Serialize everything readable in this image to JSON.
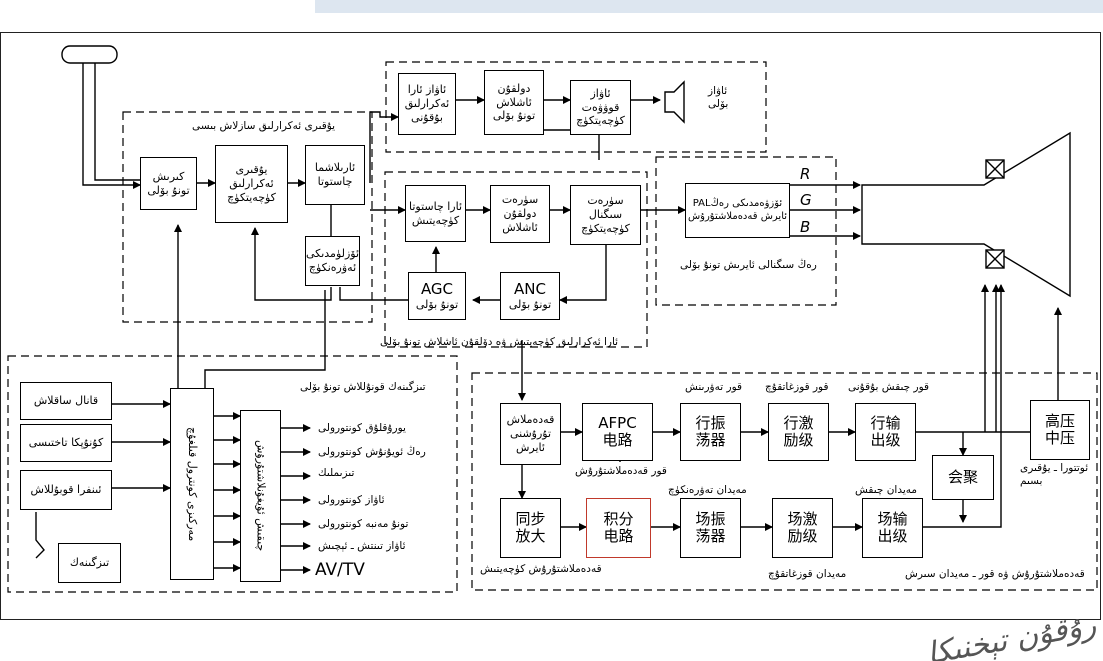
{
  "section_titles": {
    "if": "يۇقىرى ئەكرارلىق سازلاش بىسى",
    "audio": "ئاۋاز بۆلىكى",
    "rgb": "رەڭ سىگنالى ئايرىش تونۇ بۆلى",
    "video": "ئارا ئەكرارلىق كۈچەيتىش ۋە دۆلقۇن ئاشلاش تونۇ بۆلى",
    "control": "تىزگىنەك قونۇللاش تونۇ بۆلى",
    "scan": "قەدەملاشتۇرۇش ۋە قور ـ مەيدان سىرش"
  },
  "blocks": {
    "mixer": "كىرىش\nتونۇ بۆلى",
    "if_amp": "يۇقىرى\nئەكرارلىق\nكۈچەيتكۈچ",
    "if_select": "ئارىلاشما\nچاستوتا",
    "agc_small": "ئۆزلۈمدىكى\nئەۋرەنكۈچ",
    "audio_if": "ئاۋاز ئارا\nئەكرارلىق\nبۇقۇنى",
    "audio_det": "دولقۇن\nئاشلاش\nتونۇ بۆلى",
    "audio_amp": "ئاۋاز قوۋۋەت\nكۈچەيتكۈچ",
    "speaker_label": "ئاۋاز\nبۆلى",
    "vif_amp": "ئارا چاستوتا\nكۈچەيتىش",
    "vdet": "سۈرەت\nدولقۇن\nئاشلاش",
    "video_amp": "سۈرەت\nسىگنال\nكۈچەيتكۈچ",
    "agc": "AGC",
    "agc_sub": "تونۇ بۆلى",
    "anc": "ANC",
    "anc_sub": "تونۇ بۆلى",
    "pal": "PALئۆزۋەمدىكى رەڭ\nئايرش قەدەملاشتۇرۇش",
    "sync_sep": "قەدەملاش\nتۇرۇشنى\nئايرش",
    "afpc": "AFPC\n电路",
    "h_osc": "行振\n荡器",
    "h_drive": "行激\n励级",
    "h_out": "行输\n出级",
    "hv": "高压\n中压",
    "sync_amp": "同步\n放大",
    "integrator": "积分\n电路",
    "v_osc": "场振\n荡器",
    "v_drive": "场激\n励级",
    "v_out": "场输\n出级",
    "converge": "会聚",
    "ch_select": "قانال ساقلاش",
    "keypad": "كۇنۇپكا تاختىسى",
    "remote_rx": "ئىنفرا قوبۇللاش",
    "remote_tx": "تىزگىنەك",
    "mcu": "مەركىزى كونترول قىلغۇچ",
    "interface": "چىقىش ئۇيغۇنلاشتۇرۇش"
  },
  "controls": [
    "يورۇقلۇق كونتورولى",
    "رەڭ ئويۇنۇش كونتورولى",
    "تىزىملىك",
    "ئاۋاز كونتورولى",
    "تونۇ مەنبە كونتورولى",
    "ئاۋاز تىنتش ـ ئېچىش",
    "AV/TV"
  ],
  "labels": {
    "h_osc": "قور تەۋرىنش",
    "h_drive": "قور قوزغاتقۇچ",
    "h_out": "قور چىقش بۇقۇنى",
    "afpc_sub": "قور قەدەملاشتۇرۇش",
    "v_osc": "مەيدان تەۋرەنكۈچ",
    "v_drive": "مەيدان قوزغاتقۇچ",
    "v_out": "مەيدان چىقش",
    "sync_amp": "قەدەملاشتۇرۇش كۈچەيتىش",
    "hv": "ئوتتورا ـ يۇقىرى\nبسىم",
    "R": "R",
    "G": "G",
    "B": "B"
  },
  "watermark": "رۇقۇن تېخنىكا"
}
